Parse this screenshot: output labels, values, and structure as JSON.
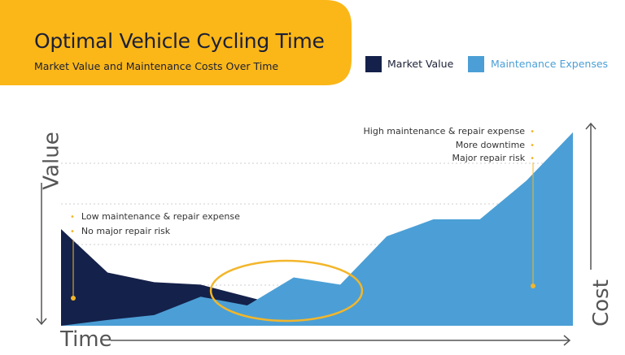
{
  "header": {
    "title": "Optimal Vehicle Cycling Time",
    "subtitle": "Market Value and Maintenance Costs Over Time"
  },
  "colors": {
    "banner": "#fbb718",
    "market_value": "#14214a",
    "maintenance": "#4b9fd6",
    "highlight": "#f3b62a"
  },
  "chart_data": {
    "type": "area",
    "x": [
      0,
      1,
      2,
      3,
      4,
      5,
      6,
      7,
      8,
      9,
      10,
      11
    ],
    "series": [
      {
        "name": "Market Value",
        "values": [
          2.0,
          1.1,
          0.9,
          0.85,
          0.6,
          0.35,
          0.2,
          0.15,
          0.1,
          0.08,
          0.05,
          0.03
        ]
      },
      {
        "name": "Maintenance Expenses",
        "values": [
          0.0,
          0.12,
          0.22,
          0.6,
          0.42,
          1.0,
          0.85,
          1.85,
          2.2,
          2.2,
          3.0,
          4.0
        ]
      }
    ],
    "xlabel": "Time",
    "ylabel_left": "Value",
    "ylabel_right": "Cost",
    "ylim": [
      0,
      4.2
    ],
    "grid": true,
    "legend": "top-right"
  },
  "annotations": {
    "left": [
      "Low maintenance & repair expense",
      "No major repair risk"
    ],
    "right": [
      "High maintenance & repair expense",
      "More downtime",
      "Major repair risk"
    ]
  }
}
